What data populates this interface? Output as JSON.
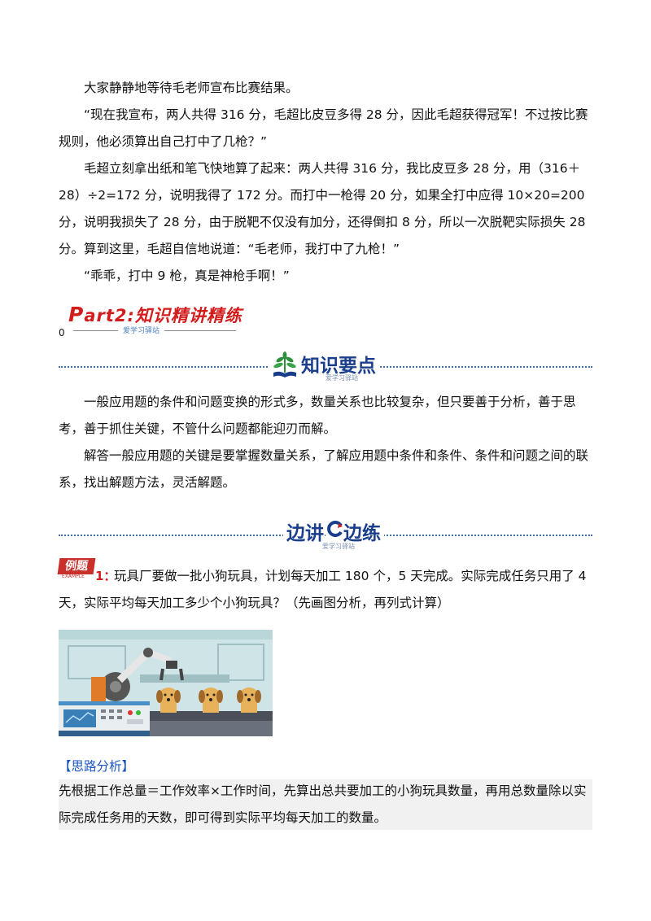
{
  "story": {
    "p1": "大家静静地等待毛老师宣布比赛结果。",
    "p2": "“现在我宣布，两人共得 316 分，毛超比皮豆多得 28 分，因此毛超获得冠军！不过按比赛规则，他必须算出自己打中了几枪？”",
    "p3": "毛超立刻拿出纸和笔飞快地算了起来：两人共得 316 分，我比皮豆多 28 分，用（316＋28）÷2=172 分，说明我得了 172 分。而打中一枪得 20 分，如果全打中应得 10×20=200 分，说明我损失了 28 分，由于脱靶不仅没有加分，还得倒扣 8 分，所以一次脱靶实际损失 28 分。算到这里，毛超自信地说道：“毛老师，我打中了九枪！”",
    "p4": "“乖乖，打中 9 枪，真是神枪手啊！”"
  },
  "part2": {
    "letter": "P",
    "title": "art2:知识精讲精练",
    "zero": "0",
    "subtitle": "爱学习驿站"
  },
  "knowledge": {
    "title": "知识要点",
    "subtitle": "爱学习驿站",
    "p1": "一般应用题的条件和问题变换的形式多，数量关系也比较复杂，但只要善于分析，善于思考，善于抓住关键，不管什么问题都能迎刃而解。",
    "p2": "解答一般应用题的关键是要掌握数量关系，了解应用题中条件和条件、条件和问题之间的联系，找出解题方法，灵活解题。"
  },
  "practice": {
    "title_left": "边讲",
    "title_right": "边练",
    "subtitle": "爱学习驿站"
  },
  "example": {
    "tag": "例题",
    "tag_sub": "EXAMPLE",
    "number": "1：",
    "text": "玩具厂要做一批小狗玩具，计划每天加工 180 个，5 天完成。实际完成任务只用了 4 天，实际平均每天加工多少个小狗玩具？（先画图分析，再列式计算）"
  },
  "analysis": {
    "title": "【思路分析】",
    "text": "先根据工作总量＝工作效率×工作时间，先算出总共要加工的小狗玩具数量，再用总数量除以实际完成任务用的天数，即可得到实际平均每天加工的数量。"
  },
  "colors": {
    "accent_red": "#d31d1d",
    "accent_blue": "#1a3e8c",
    "link_blue": "#1a55c0"
  }
}
